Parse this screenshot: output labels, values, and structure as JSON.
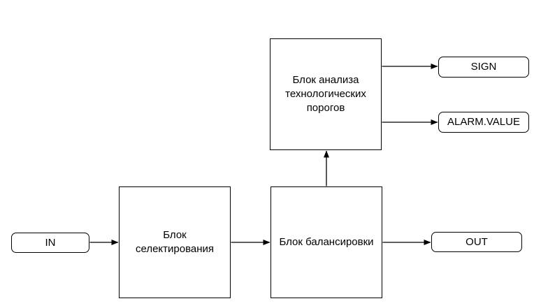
{
  "diagram": {
    "background_color": "#ffffff",
    "stroke_color": "#000000",
    "text_color": "#000000",
    "nodes": {
      "in": {
        "label": "IN",
        "shape": "rounded"
      },
      "selection": {
        "label": "Блок\nселектирования",
        "shape": "rect"
      },
      "balancing": {
        "label": "Блок балансировки",
        "shape": "rect"
      },
      "analysis": {
        "label": "Блок анализа\nтехнологических\nпорогов",
        "shape": "rect"
      },
      "sign": {
        "label": "SIGN",
        "shape": "rounded"
      },
      "alarm": {
        "label": "ALARM.VALUE",
        "shape": "rounded"
      },
      "out": {
        "label": "OUT",
        "shape": "rounded"
      }
    },
    "edges": [
      {
        "from": "in",
        "to": "selection",
        "direction": "right"
      },
      {
        "from": "selection",
        "to": "balancing",
        "direction": "right"
      },
      {
        "from": "balancing",
        "to": "out",
        "direction": "right"
      },
      {
        "from": "balancing",
        "to": "analysis",
        "direction": "up"
      },
      {
        "from": "analysis",
        "to": "sign",
        "direction": "right"
      },
      {
        "from": "analysis",
        "to": "alarm",
        "direction": "right"
      }
    ]
  }
}
